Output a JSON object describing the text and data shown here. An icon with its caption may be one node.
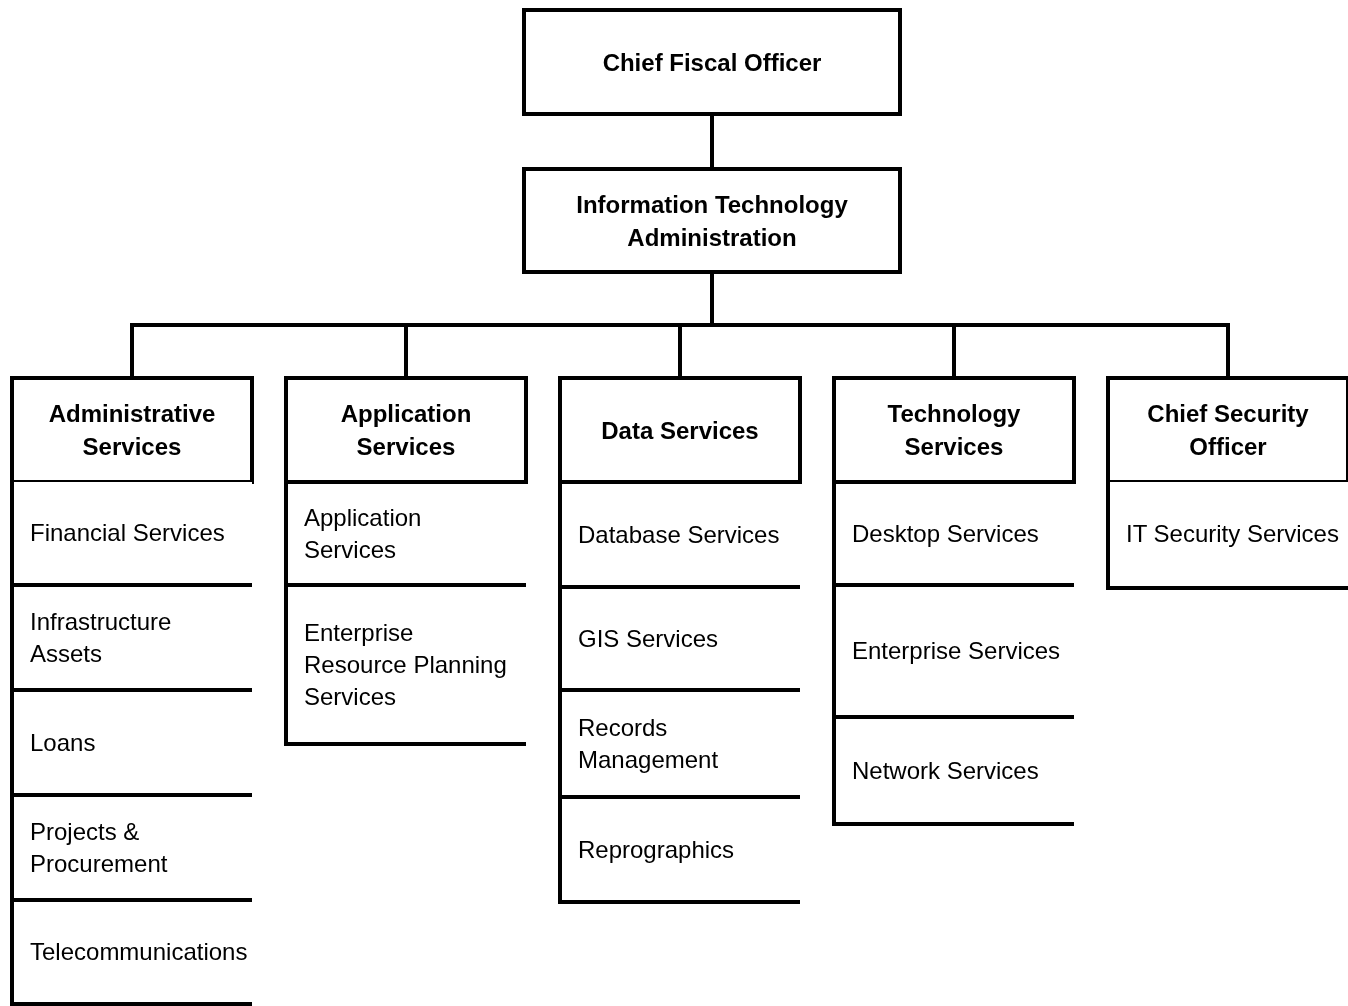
{
  "diagram": {
    "nodes": [
      {
        "text": [
          "Chief Fiscal Officer"
        ]
      },
      {
        "text": [
          "Information Technology Administration"
        ]
      },
      {
        "text": [
          "Administrative Services"
        ]
      },
      {
        "text": [
          "Financial Services"
        ]
      },
      {
        "text": [
          "Infrastructure Assets"
        ]
      },
      {
        "text": [
          "Loans"
        ]
      },
      {
        "text": [
          "Projects & Procurement"
        ]
      },
      {
        "text": [
          "Telecommunications"
        ]
      },
      {
        "text": [
          "Application Services"
        ]
      },
      {
        "text": [
          "Application Services"
        ]
      },
      {
        "text": [
          "Enterprise Resource Planning Services"
        ]
      },
      {
        "text": [
          "Data Services"
        ]
      },
      {
        "text": [
          "Database Services"
        ]
      },
      {
        "text": [
          "GIS Services"
        ]
      },
      {
        "text": [
          "Records Management"
        ]
      },
      {
        "text": [
          "Reprographics"
        ]
      },
      {
        "text": [
          "Technology Services"
        ]
      },
      {
        "text": [
          "Desktop Services"
        ]
      },
      {
        "text": [
          "Enterprise Services"
        ]
      },
      {
        "text": [
          "Network Services"
        ]
      },
      {
        "text": [
          "Chief Security Officer"
        ]
      },
      {
        "text": [
          "IT Security Services"
        ]
      }
    ],
    "edges": [
      {
        "from": 0,
        "to": 1,
        "arrow": "none"
      },
      {
        "from": 1,
        "to": 2,
        "arrow": "none"
      },
      {
        "from": 1,
        "to": 8,
        "arrow": "none"
      },
      {
        "from": 1,
        "to": 11,
        "arrow": "none"
      },
      {
        "from": 1,
        "to": 16,
        "arrow": "none"
      },
      {
        "from": 1,
        "to": 20,
        "arrow": "none"
      }
    ]
  }
}
